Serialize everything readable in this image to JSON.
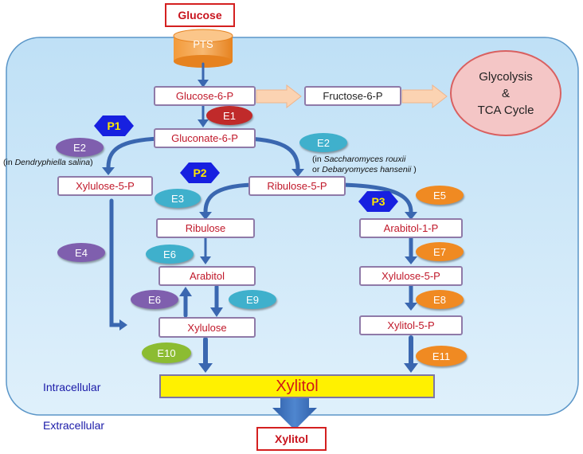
{
  "top_input": "Glucose",
  "bottom_output": "Xylitol",
  "transporter": "PTS",
  "metabolites": {
    "glucose_6_p": "Glucose-6-P",
    "fructose_6_p": "Fructose-6-P",
    "gluconate_6_p": "Gluconate-6-P",
    "xylulose_5_p_left": "Xylulose-5-P",
    "ribulose_5_p": "Ribulose-5-P",
    "ribulose": "Ribulose",
    "arabitol": "Arabitol",
    "xylulose": "Xylulose",
    "arabitol_1_p": "Arabitol-1-P",
    "xylulose_5_p_right": "Xylulose-5-P",
    "xylitol_5_p": "Xylitol-5-P"
  },
  "xylitol_bar": "Xylitol",
  "cycle": {
    "line1": "Glycolysis",
    "line2": "&",
    "line3": "TCA Cycle"
  },
  "pathways": {
    "p1": "P1",
    "p2": "P2",
    "p3": "P3"
  },
  "enzymes": {
    "e1": "E1",
    "e2_left": "E2",
    "e2_right": "E2",
    "e3": "E3",
    "e4": "E4",
    "e5": "E5",
    "e6_top": "E6",
    "e6_bottom": "E6",
    "e7": "E7",
    "e8": "E8",
    "e9": "E9",
    "e10": "E10",
    "e11": "E11"
  },
  "notes": {
    "left_prefix": "(in ",
    "left_species": "Dendryphiella salina",
    "left_suffix": ")",
    "right_prefix": "(in ",
    "right_species1": "Saccharomyces rouxii",
    "right_or": "or ",
    "right_species2": "Debaryomyces hansenii",
    "right_suffix": " )"
  },
  "labels": {
    "intracellular": "Intracellular",
    "extracellular": "Extracellular"
  },
  "colors": {
    "purple_enzyme": "#7f5fae",
    "teal_enzyme": "#3fb0cc",
    "orange_enzyme": "#f08a22",
    "red_enzyme": "#c02a2a",
    "green_enzyme": "#8cbc32",
    "cell_fill": "#cfe8f8",
    "arrow_blue": "#3a67b0"
  }
}
